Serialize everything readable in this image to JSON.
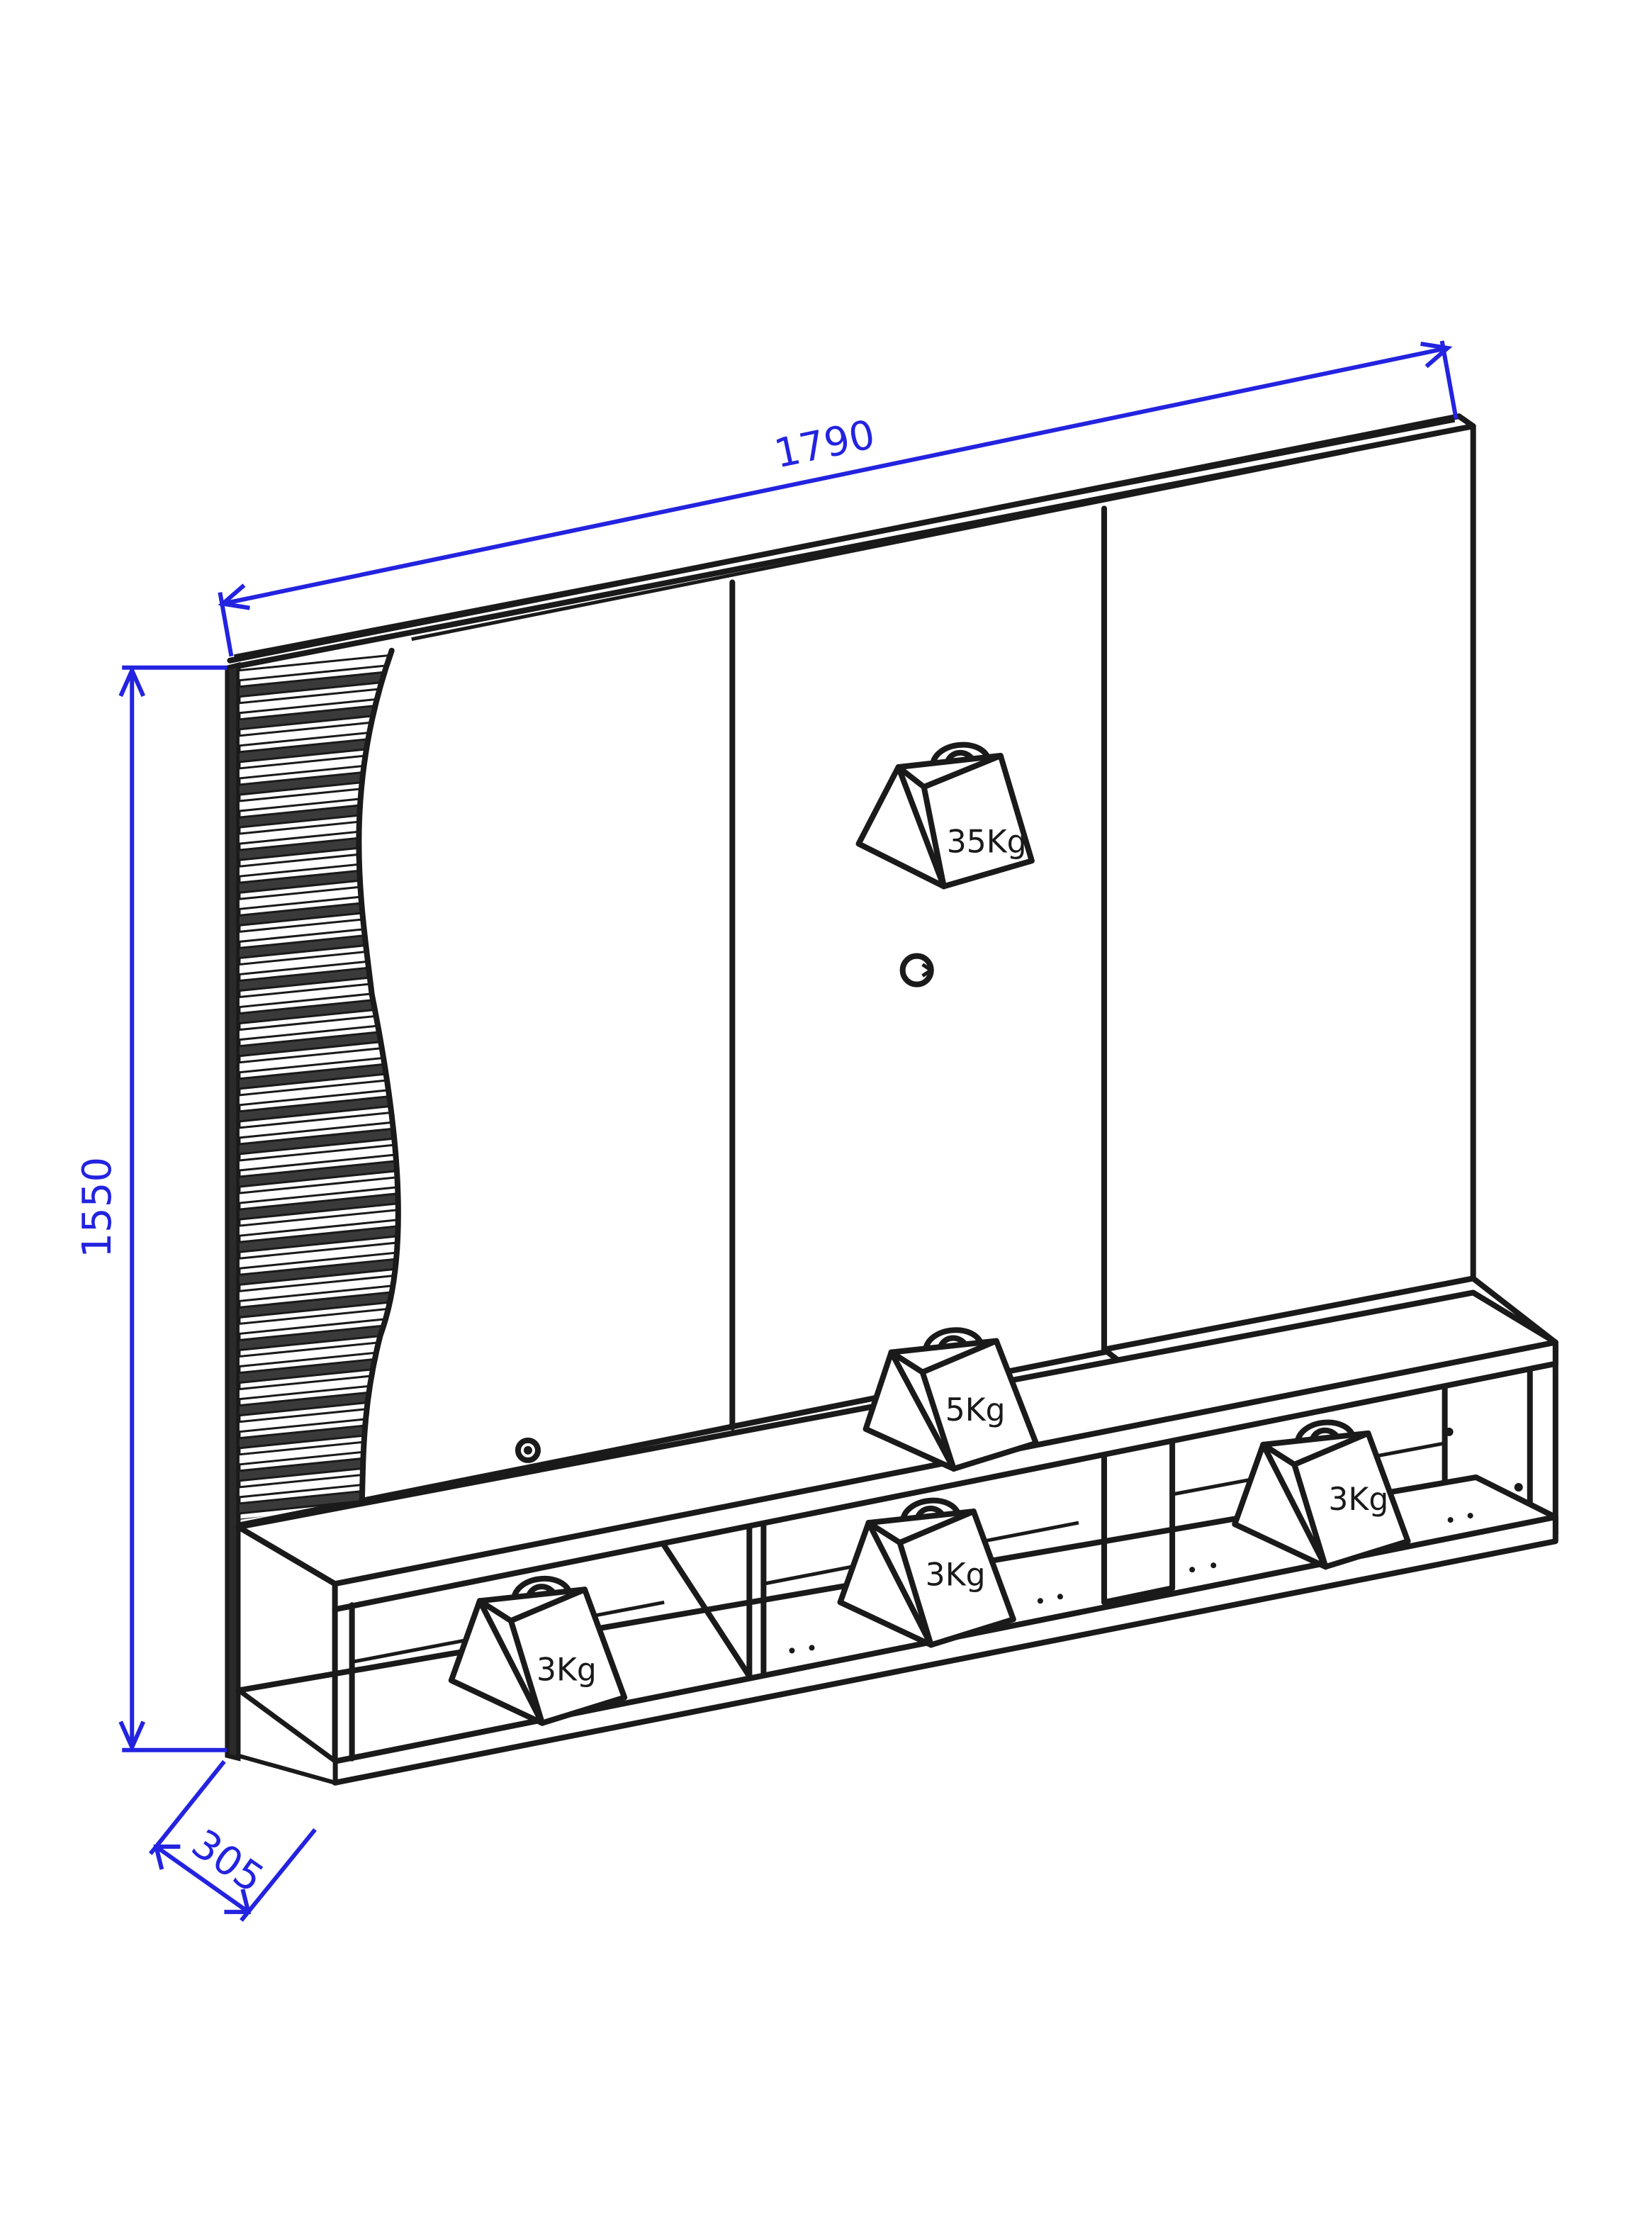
{
  "dimensions": {
    "width": "1790",
    "height": "1550",
    "depth": "305"
  },
  "load_limits": {
    "upper_panel": "35Kg",
    "top_shelf": "5Kg",
    "niche_left": "3Kg",
    "niche_middle": "3Kg",
    "niche_right": "3Kg"
  },
  "colors": {
    "dimension_lines": "#2323e0",
    "drawing_lines": "#1a1a1a"
  }
}
